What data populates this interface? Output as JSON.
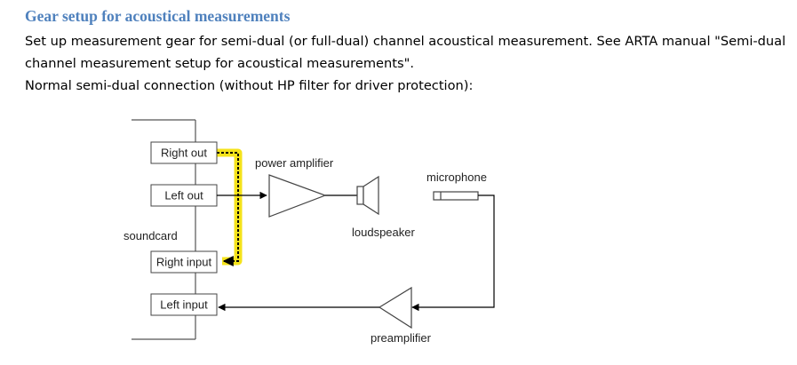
{
  "heading": "Gear setup for acoustical measurements",
  "paragraph": {
    "line1": "Set up measurement gear for semi-dual (or full-dual) channel acoustical measurement. See ARTA manual \"Semi-dual",
    "line2": "channel measurement setup for acoustical measurements\".",
    "line3": "Normal semi-dual connection (without HP filter for driver protection):"
  },
  "diagram": {
    "ports": {
      "right_out": "Right out",
      "left_out": "Left out",
      "right_input": "Right input",
      "left_input": "Left input"
    },
    "soundcard_label": "soundcard",
    "power_amplifier_label": "power amplifier",
    "microphone_label": "microphone",
    "loudspeaker_label": "loudspeaker",
    "preamplifier_label": "preamplifier",
    "loopback_color": "#f5e31b"
  }
}
